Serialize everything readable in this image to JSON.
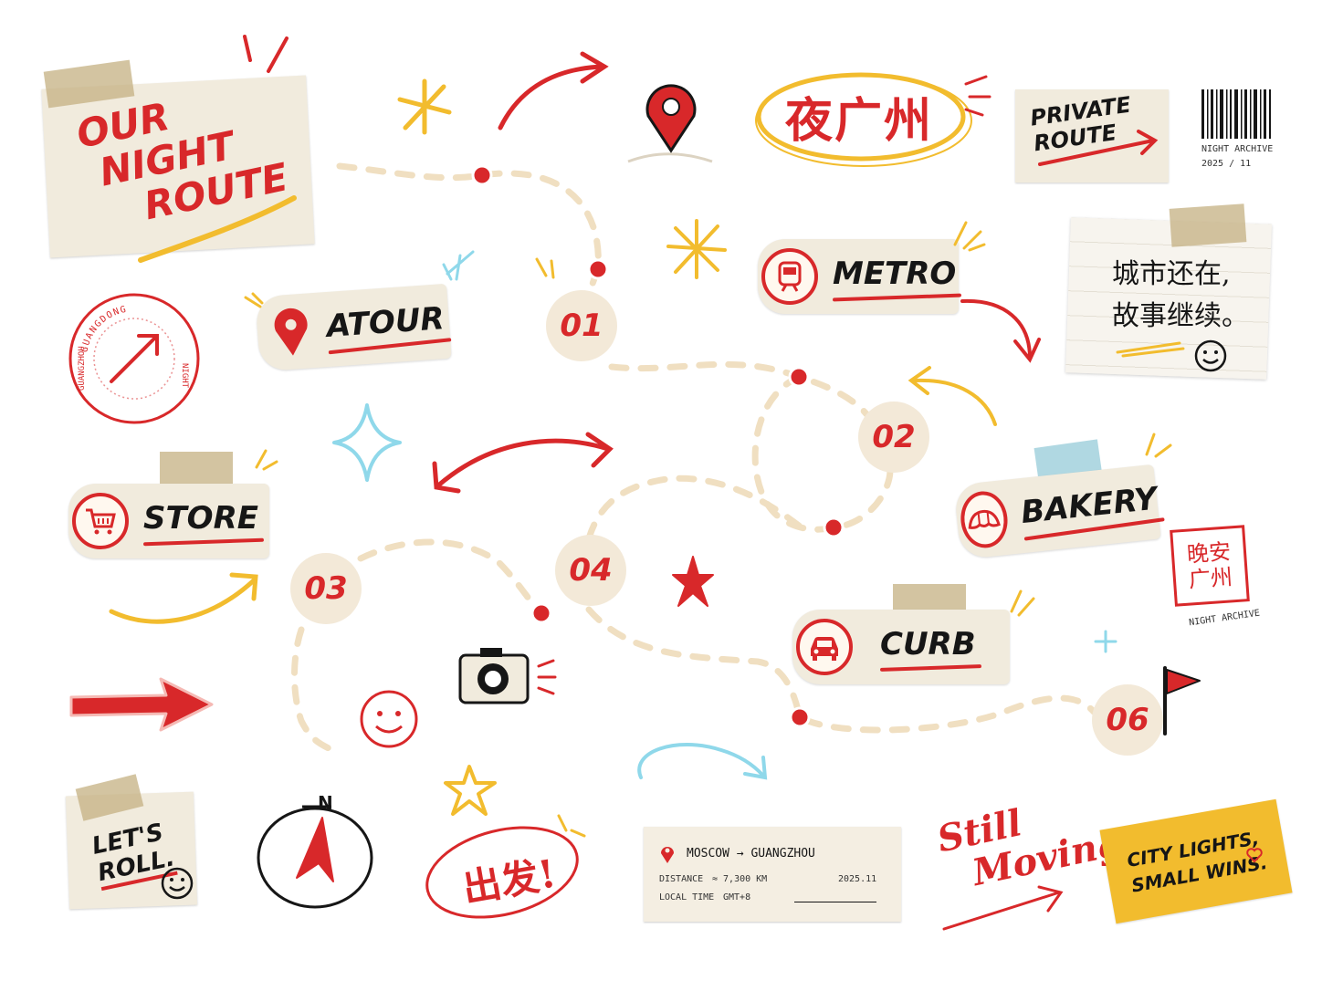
{
  "title_note": {
    "line1": "OUR",
    "line2": "NIGHT",
    "line3": "ROUTE"
  },
  "oval_label": "夜广州",
  "private_route": {
    "line1": "PRIVATE",
    "line2": "ROUTE"
  },
  "barcode": {
    "line1": "NIGHT ARCHIVE",
    "line2": "2025 / 11"
  },
  "stamp_round": {
    "top": "GUANGDONG",
    "left": "GUANGZHOU",
    "right": "NIGHT"
  },
  "note_card": {
    "line1": "城市还在,",
    "line2": "故事继续。"
  },
  "labels": {
    "atour": "ATOUR",
    "metro": "METRO",
    "store": "STORE",
    "bakery": "BAKERY",
    "curb": "CURB"
  },
  "stops": [
    "01",
    "02",
    "03",
    "04",
    "06"
  ],
  "square_stamp": {
    "line1": "晚安",
    "line2": "广州",
    "caption": "NIGHT ARCHIVE"
  },
  "compass_letter": "N",
  "go_label": "出发!",
  "lets_roll": {
    "line1": "LET'S",
    "line2": "ROLL."
  },
  "ticket": {
    "route": "MOSCOW → GUANGZHOU",
    "distance_label": "DISTANCE",
    "distance_value": "≈ 7,300 KM",
    "date": "2025.11",
    "time_label": "LOCAL TIME",
    "time_value": "GMT+8"
  },
  "still_moving": {
    "line1": "Still",
    "line2": "Moving"
  },
  "city_lights": {
    "line1": "CITY LIGHTS,",
    "line2": "SMALL WINS."
  },
  "colors": {
    "red": "#d8282a",
    "yellow": "#f2bc2e",
    "cyan": "#8fd8ea",
    "paper": "#f1ebdd",
    "ink": "#161616"
  },
  "icons": [
    "location-pin-icon",
    "train-icon",
    "cart-icon",
    "croissant-icon",
    "car-icon",
    "camera-icon",
    "flag-icon",
    "compass-icon",
    "smiley-icon",
    "star-icon",
    "sparkle-icon",
    "arrow-icon",
    "barcode-icon"
  ]
}
